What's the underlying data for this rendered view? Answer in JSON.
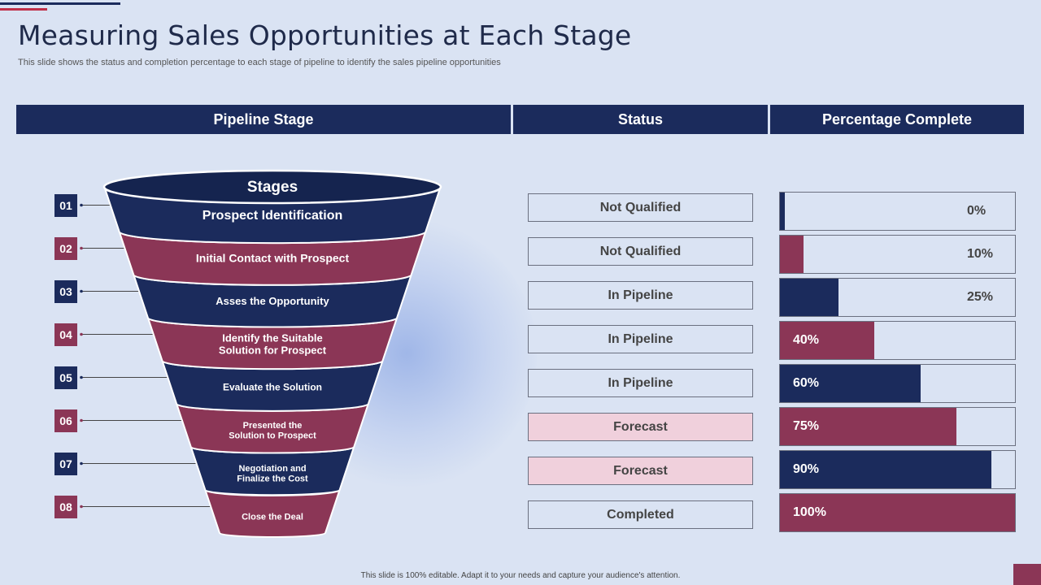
{
  "title": "Measuring Sales Opportunities at Each Stage",
  "subtitle": "This slide shows the status and completion percentage to each stage of pipeline to identify the sales pipeline opportunities",
  "headers": {
    "stage": "Pipeline Stage",
    "status": "Status",
    "percent": "Percentage Complete"
  },
  "funnel_title": "Stages",
  "colors": {
    "navy": "#1b2b5c",
    "maroon": "#8b3656",
    "pink": "#f0d0dc",
    "background": "#dae3f3"
  },
  "stages": [
    {
      "num": "01",
      "label": "Prospect Identification",
      "status": "Not Qualified",
      "percent": 0,
      "percent_label": "0%",
      "color": "navy"
    },
    {
      "num": "02",
      "label": "Initial Contact with Prospect",
      "status": "Not Qualified",
      "percent": 10,
      "percent_label": "10%",
      "color": "maroon"
    },
    {
      "num": "03",
      "label": "Asses  the Opportunity",
      "status": "In Pipeline",
      "percent": 25,
      "percent_label": "25%",
      "color": "navy"
    },
    {
      "num": "04",
      "label": "Identify the Suitable\nSolution for Prospect",
      "status": "In Pipeline",
      "percent": 40,
      "percent_label": "40%",
      "color": "maroon"
    },
    {
      "num": "05",
      "label": "Evaluate the Solution",
      "status": "In Pipeline",
      "percent": 60,
      "percent_label": "60%",
      "color": "navy"
    },
    {
      "num": "06",
      "label": "Presented the\nSolution to Prospect",
      "status": "Forecast",
      "percent": 75,
      "percent_label": "75%",
      "color": "maroon"
    },
    {
      "num": "07",
      "label": "Negotiation and\nFinalize the Cost",
      "status": "Forecast",
      "percent": 90,
      "percent_label": "90%",
      "color": "navy"
    },
    {
      "num": "08",
      "label": "Close the Deal",
      "status": "Completed",
      "percent": 100,
      "percent_label": "100%",
      "color": "maroon"
    }
  ],
  "footer": "This slide is 100% editable.  Adapt it to your needs and capture your audience's attention."
}
